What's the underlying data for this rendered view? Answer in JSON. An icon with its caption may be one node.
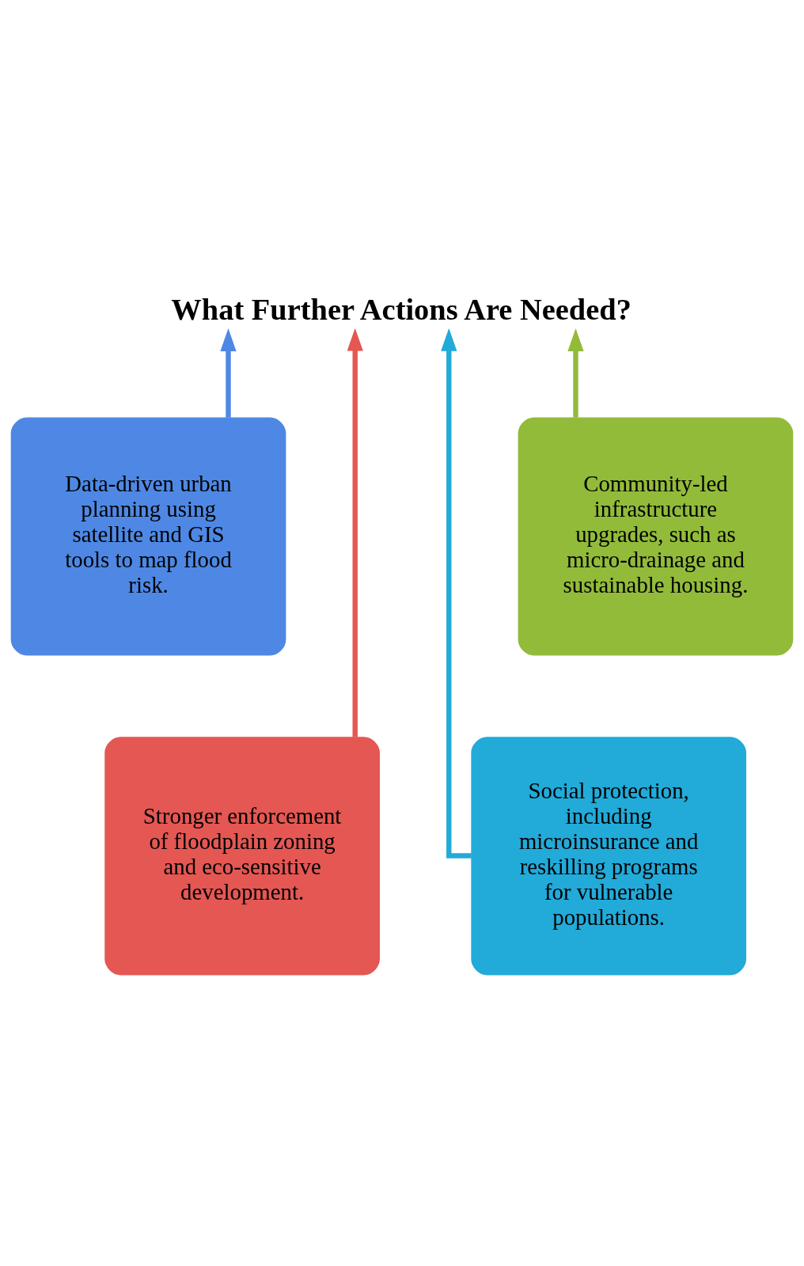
{
  "diagram": {
    "title": "What Further Actions Are Needed?",
    "nodes": [
      {
        "text": [
          "Data-driven urban planning using satellite and GIS tools to map flood risk."
        ]
      },
      {
        "text": [
          "Community-led infrastructure upgrades, such as micro-drainage and sustainable housing."
        ]
      },
      {
        "text": [
          "Stronger enforcement of floodplain zoning and eco-sensitive development."
        ]
      },
      {
        "text": [
          "Social protection, including microinsurance and reskilling programs for vulnerable populations."
        ]
      }
    ],
    "edges": [
      {
        "from": 0,
        "to": null,
        "arrow": "to",
        "color": "#4e88e4"
      },
      {
        "from": 2,
        "to": null,
        "arrow": "to",
        "color": "#e45753"
      },
      {
        "from": 3,
        "to": null,
        "arrow": "to",
        "color": "#22aad9"
      },
      {
        "from": 1,
        "to": null,
        "arrow": "to",
        "color": "#92bb3a"
      }
    ]
  }
}
